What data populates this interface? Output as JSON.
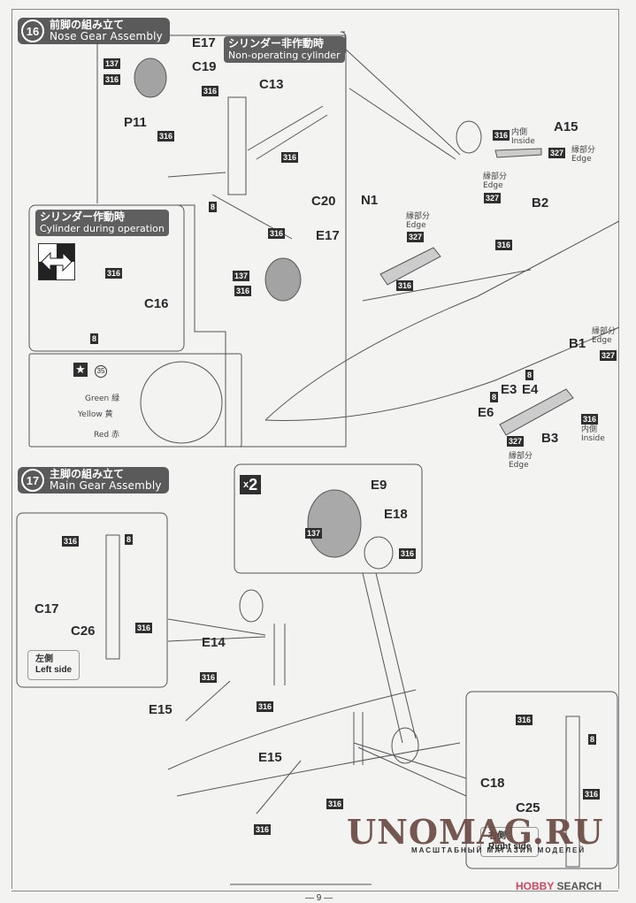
{
  "steps": [
    {
      "number": "16",
      "title_jp": "前脚の組み立て",
      "title_en": "Nose Gear Assembly"
    },
    {
      "number": "17",
      "title_jp": "主脚の組み立て",
      "title_en": "Main Gear Assembly"
    }
  ],
  "sub_tags": {
    "non_operating": {
      "jp": "シリンダー非作動時",
      "en": "Non-operating cylinder"
    },
    "operating": {
      "jp": "シリンダー作動時",
      "en": "Cylinder during operation"
    }
  },
  "part_labels": [
    "E17",
    "C19",
    "C13",
    "P11",
    "C20",
    "E17",
    "C16",
    "N1",
    "A15",
    "B2",
    "B1",
    "E3",
    "E4",
    "E6",
    "B3",
    "E9",
    "E18",
    "C17",
    "C26",
    "E14",
    "E15",
    "E15",
    "C18",
    "C25"
  ],
  "paint_codes": [
    "137",
    "316",
    "316",
    "316",
    "316",
    "8",
    "316",
    "137",
    "316",
    "316",
    "8",
    "316",
    "316",
    "327",
    "327",
    "316",
    "327",
    "8",
    "8",
    "327",
    "316",
    "327",
    "137",
    "316",
    "316",
    "8",
    "316",
    "316",
    "316",
    "316",
    "316",
    "316",
    "8",
    "316"
  ],
  "notes": {
    "inside": "内側\nInside",
    "edge": "縁部分\nEdge",
    "decal_colors": [
      "Green 緑",
      "Yellow 黄",
      "Red 赤"
    ],
    "decal_number": "35"
  },
  "side_labels": {
    "left": {
      "jp": "左側",
      "en": "Left side"
    },
    "right": {
      "jp": "右側",
      "en": "Right side"
    }
  },
  "multiplier": "2",
  "multiplier_prefix": "x",
  "watermark": {
    "main": "UNOMAG.RU",
    "sub": "МАСШТАБНЫЙ МАГАЗИН МОДЕЛЕЙ"
  },
  "brand": {
    "part1": "HOBBY",
    "part2": "SEARCH"
  },
  "page_number": "— 9 —"
}
